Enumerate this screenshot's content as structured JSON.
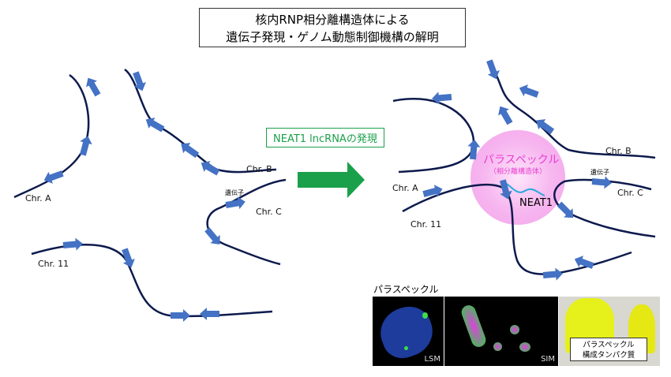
{
  "title": {
    "line1": "核内RNP相分離構造体による",
    "line2": "遺伝子発現・ゲノム動態制御機構の解明"
  },
  "left": {
    "chr_a": "Chr. A",
    "chr_b": "Chr. B",
    "chr_c": "Chr. C",
    "chr_11": "Chr. 11",
    "gene": "遺伝子"
  },
  "transition": {
    "label": "NEAT1 lncRNAの発現"
  },
  "right": {
    "chr_a": "Chr. A",
    "chr_b": "Chr. B",
    "chr_c": "Chr. C",
    "chr_11": "Chr. 11",
    "gene": "遺伝子",
    "paraspeckle": "パラスペックル",
    "paraspeckle_sub": "（相分離構造体）",
    "neat1": "NEAT1"
  },
  "images": {
    "heading": "パラスペックル",
    "lsm": "LSM",
    "sim": "SIM",
    "model_caption1": "パラスペックル",
    "model_caption2": "構成タンパク質"
  },
  "colors": {
    "chromatin": "#0d1a4d",
    "gene_arrow": "#4472c4",
    "arrow": "#1aa04a",
    "paraspeckle": "#f7b8f0",
    "neat1": "#29a8e0"
  }
}
